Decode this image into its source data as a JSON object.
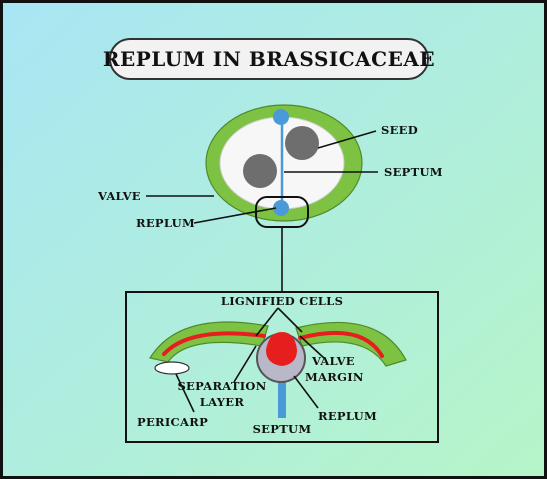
{
  "title": "REPLUM IN BRASSICACEAE",
  "labels": {
    "seed": "SEED",
    "septum_top": "SEPTUM",
    "valve": "VALVE",
    "replum_top": "REPLUM",
    "lignified_cells": "LIGNIFIED CELLS",
    "valve_margin_line1": "VALVE",
    "valve_margin_line2": "MARGIN",
    "separation_layer_line1": "SEPARATION",
    "separation_layer_line2": "LAYER",
    "pericarp": "PERICARP",
    "replum_bottom": "REPLUM",
    "septum_bottom": "SEPTUM"
  },
  "colors": {
    "background_from": "#a8e6f4",
    "background_to": "#b6f5c8",
    "valve_green": "#7dc243",
    "septum_blue": "#4a9ad9",
    "seed_gray": "#6e6e6e",
    "lignified_red": "#e61e1e",
    "replum_gray": "#b8b8c8"
  }
}
